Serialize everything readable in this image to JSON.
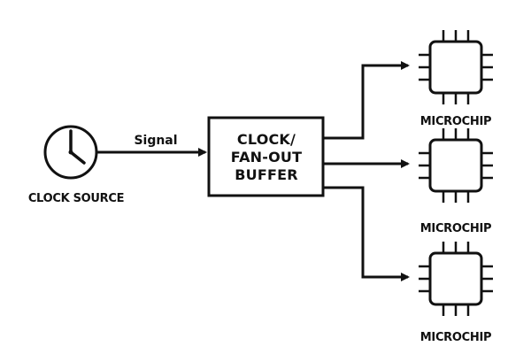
{
  "diagram": {
    "source": {
      "label": "CLOCK SOURCE",
      "icon": "clock-icon"
    },
    "signal_label": "Signal",
    "buffer": {
      "lines": [
        "CLOCK/",
        "FAN-OUT",
        "BUFFER"
      ]
    },
    "chips": [
      {
        "label": "MICROCHIP",
        "icon": "microchip-icon"
      },
      {
        "label": "MICROCHIP",
        "icon": "microchip-icon"
      },
      {
        "label": "MICROCHIP",
        "icon": "microchip-icon"
      }
    ],
    "colors": {
      "line": "#111111",
      "background": "#ffffff"
    }
  }
}
